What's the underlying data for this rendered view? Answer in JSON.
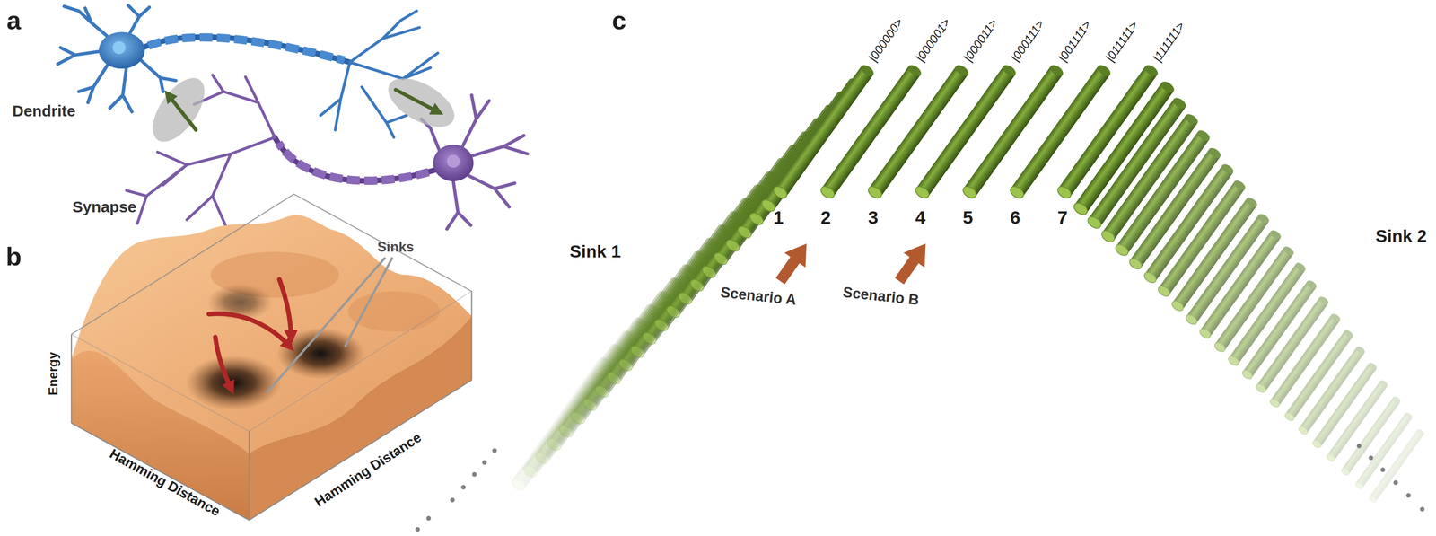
{
  "diagram": {
    "labels": [
      "a",
      "Dendrite",
      "Synapse",
      "b",
      "Sinks",
      "Energy",
      "Hamming Distance",
      "Hamming Distance",
      "c",
      "|000000>",
      "|000001>",
      "|000011>",
      "|000111>",
      "|001111>",
      "|011111>",
      "|111111>",
      "1",
      "2",
      "3",
      "4",
      "5",
      "6",
      "7",
      "Sink 1",
      "Sink 2",
      "Scenario A",
      "Scenario B"
    ]
  }
}
